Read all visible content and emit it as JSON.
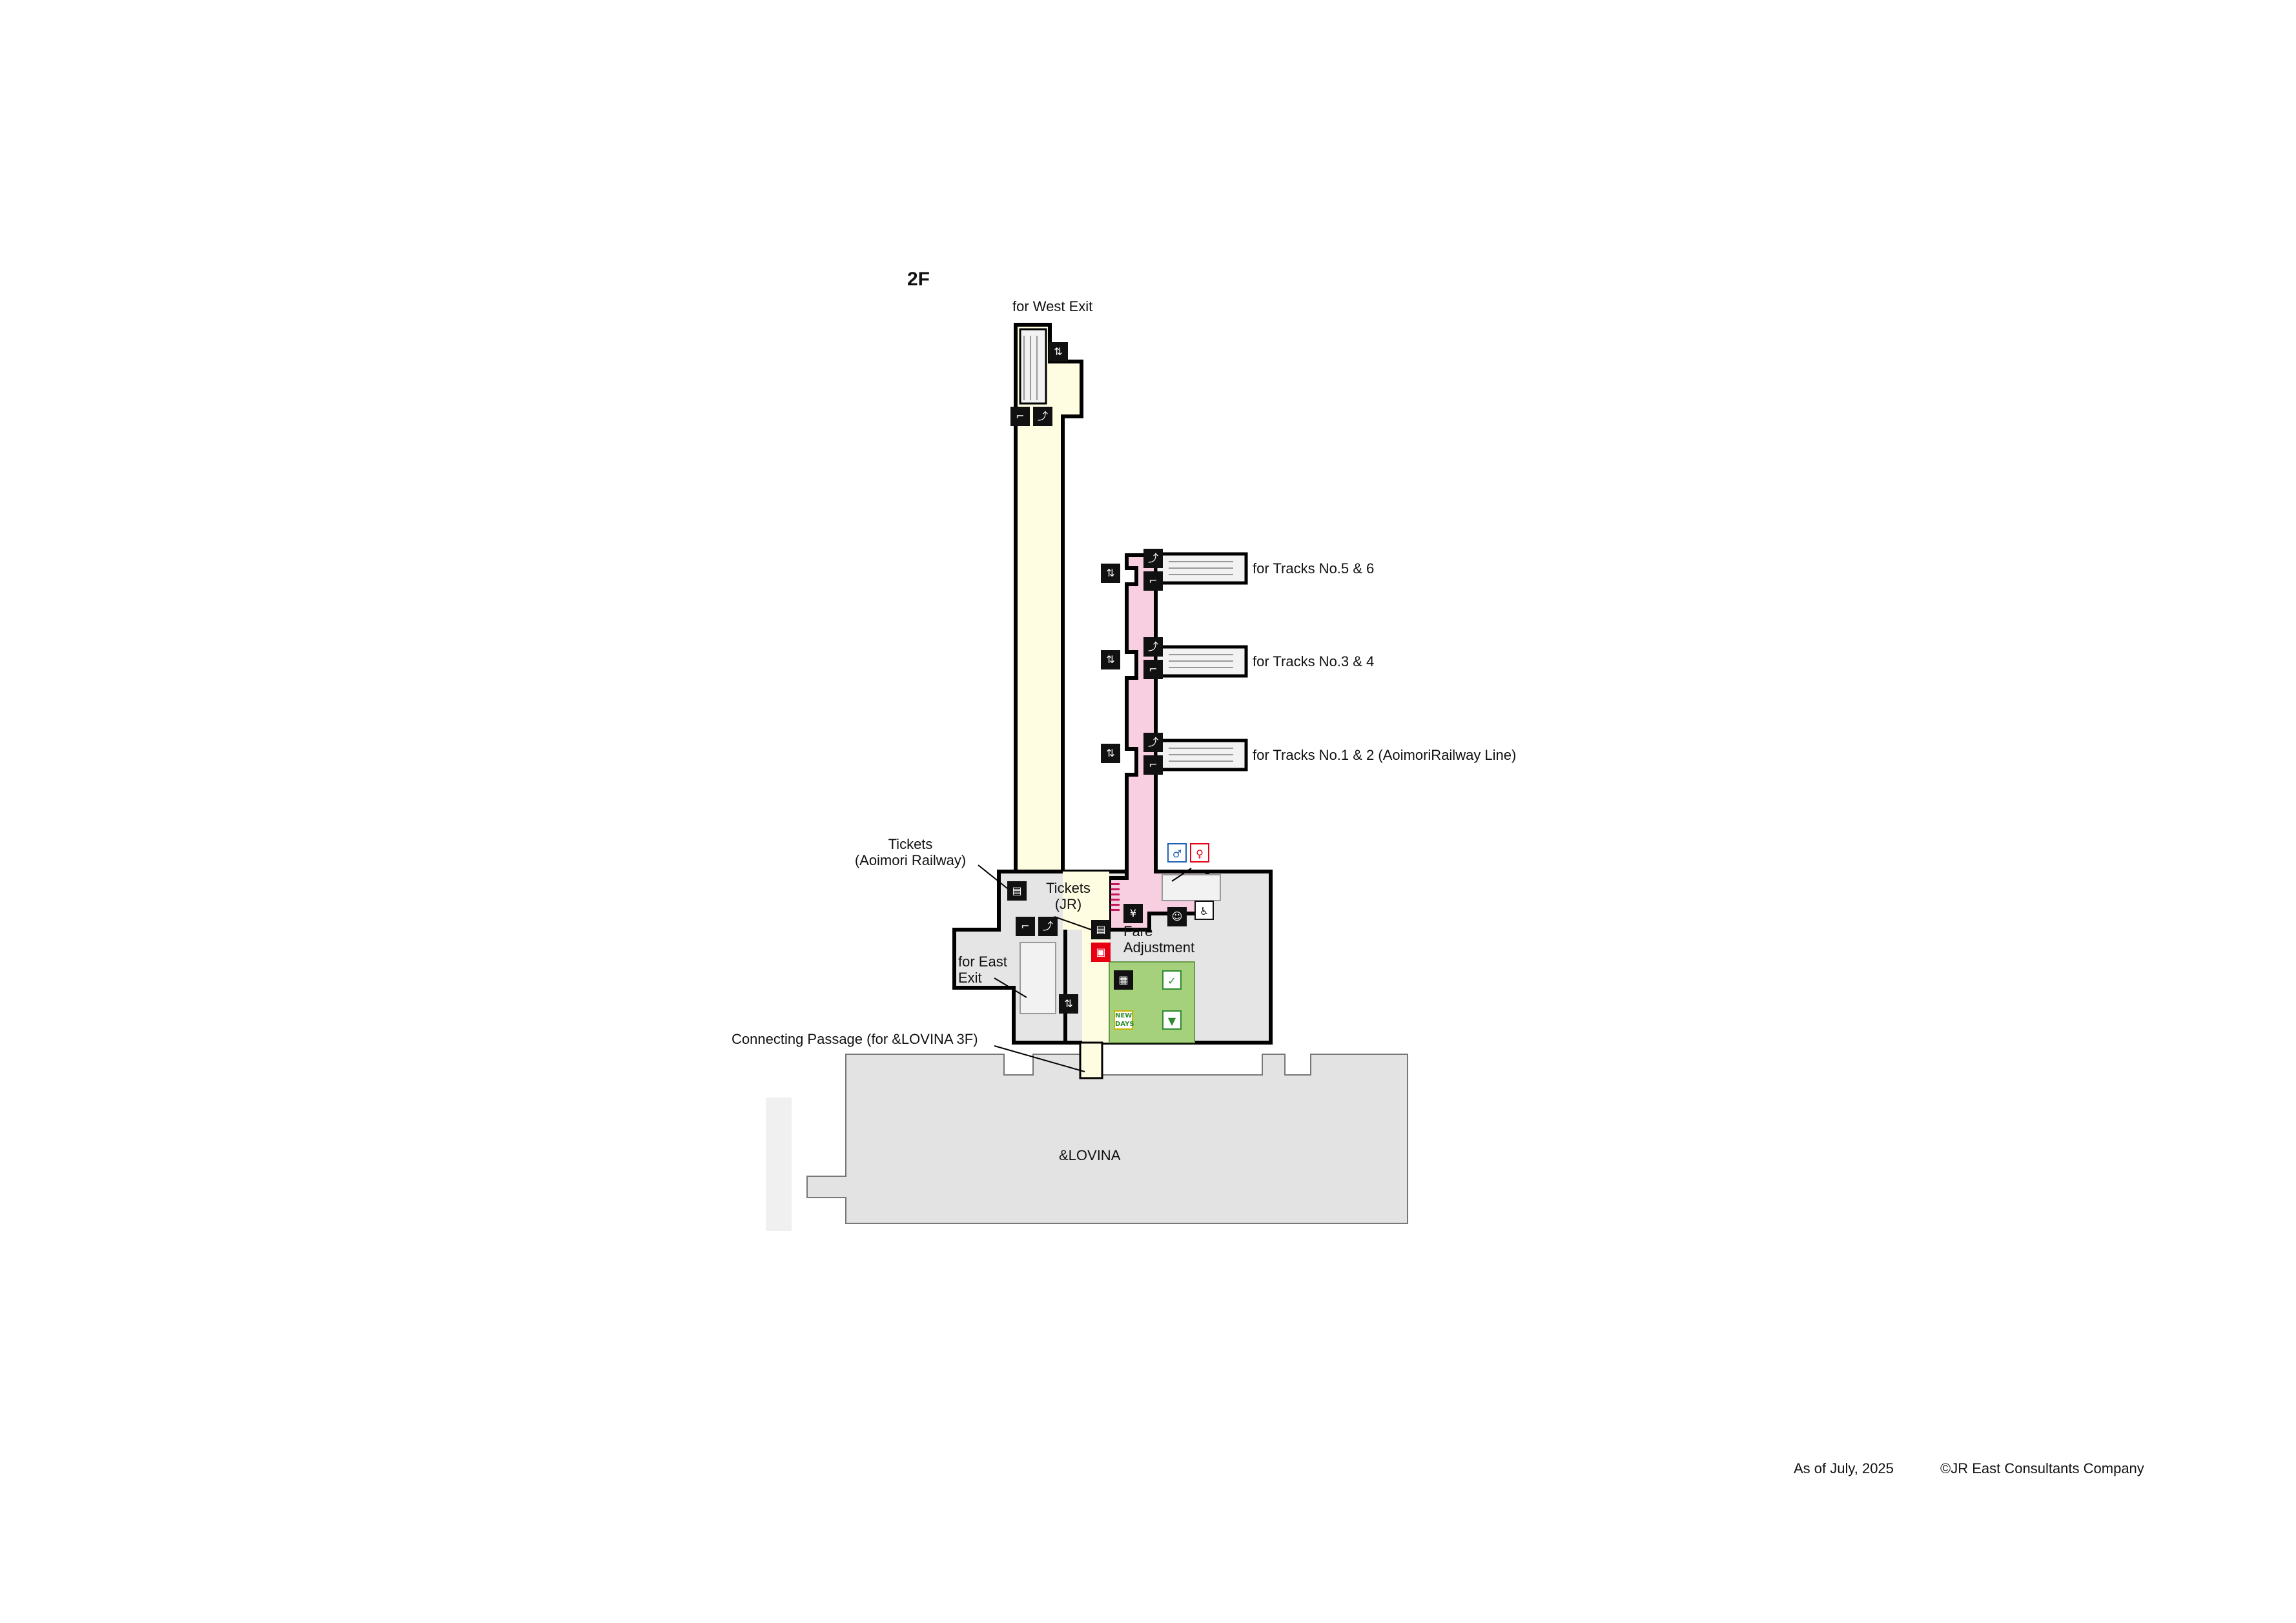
{
  "floor_label": "2F",
  "labels": {
    "west_exit": "for West Exit",
    "tracks_5_6": "for Tracks No.5 & 6",
    "tracks_3_4": "for Tracks No.3 & 4",
    "tracks_1_2": "for Tracks No.1 & 2 (AoimoriRailway Line)",
    "tickets_aoimori_line1": "Tickets",
    "tickets_aoimori_line2": "(Aoimori Railway)",
    "tickets_jr_line1": "Tickets",
    "tickets_jr_line2": "(JR)",
    "fare_line1": "Fare",
    "fare_line2": "Adjustment",
    "east_exit_line1": "for East",
    "east_exit_line2": "Exit",
    "connecting_passage": "Connecting Passage (for &LOVINA 3F)",
    "lovina": "&LOVINA"
  },
  "footer": {
    "as_of": "As of July, 2025",
    "copyright": "©JR East Consultants Company"
  },
  "colors": {
    "outline": "#000000",
    "public_area": "#fffde1",
    "ticket_gate_area": "#f8cfe0",
    "shop_area": "#a5d17c",
    "building": "#e5e5e5",
    "lovina": "#e3e3e3",
    "stairs": "#f2f2f2",
    "gate_marker": "#c2185b"
  },
  "icons": [
    "elevator-icon",
    "stairs-icon",
    "escalator-icon",
    "ticket-machine-icon",
    "toilet-men-icon",
    "toilet-women-icon",
    "accessible-toilet-icon",
    "baby-room-icon",
    "fare-adjustment-icon",
    "bus-icon",
    "coin-locker-icon",
    "atm-icon",
    "newdays-store-icon",
    "shop-icon"
  ]
}
